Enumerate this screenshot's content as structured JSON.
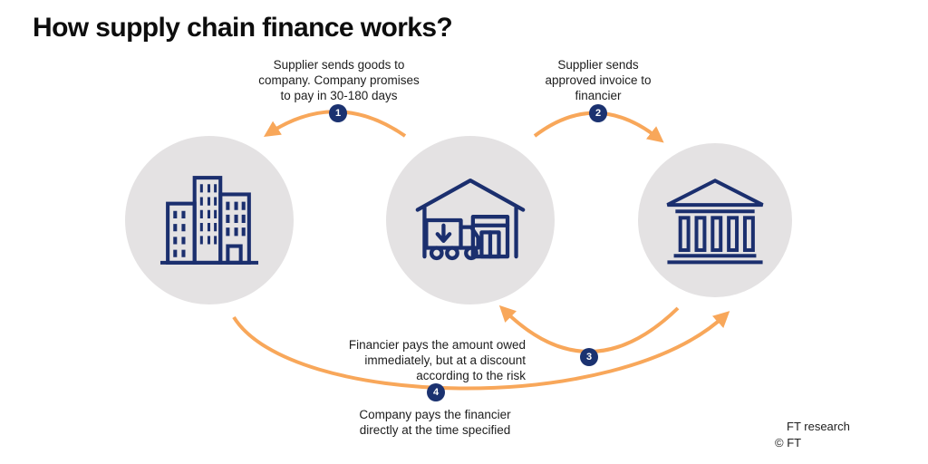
{
  "title": "How supply chain finance works?",
  "colors": {
    "navy": "#1B2F6E",
    "orange": "#F8A75A",
    "circle_gray": "#E4E2E3",
    "badge_navy": "#1B3270"
  },
  "steps": [
    {
      "number": "1",
      "lines": [
        "Supplier sends goods to",
        "company. Company promises",
        "to pay in 30-180 days"
      ]
    },
    {
      "number": "2",
      "lines": [
        "Supplier sends",
        "approved invoice to",
        "financier"
      ]
    },
    {
      "number": "3",
      "lines": [
        "Financier pays the amount owed",
        "immediately, but at a discount",
        "according to the risk"
      ]
    },
    {
      "number": "4",
      "lines": [
        "Company pays the financier",
        "directly at the time specified"
      ]
    }
  ],
  "entities": [
    {
      "icon": "company-buildings"
    },
    {
      "icon": "supplier-warehouse-truck"
    },
    {
      "icon": "financier-bank"
    }
  ],
  "footer": {
    "credit": "FT research",
    "copyright": "© FT"
  }
}
